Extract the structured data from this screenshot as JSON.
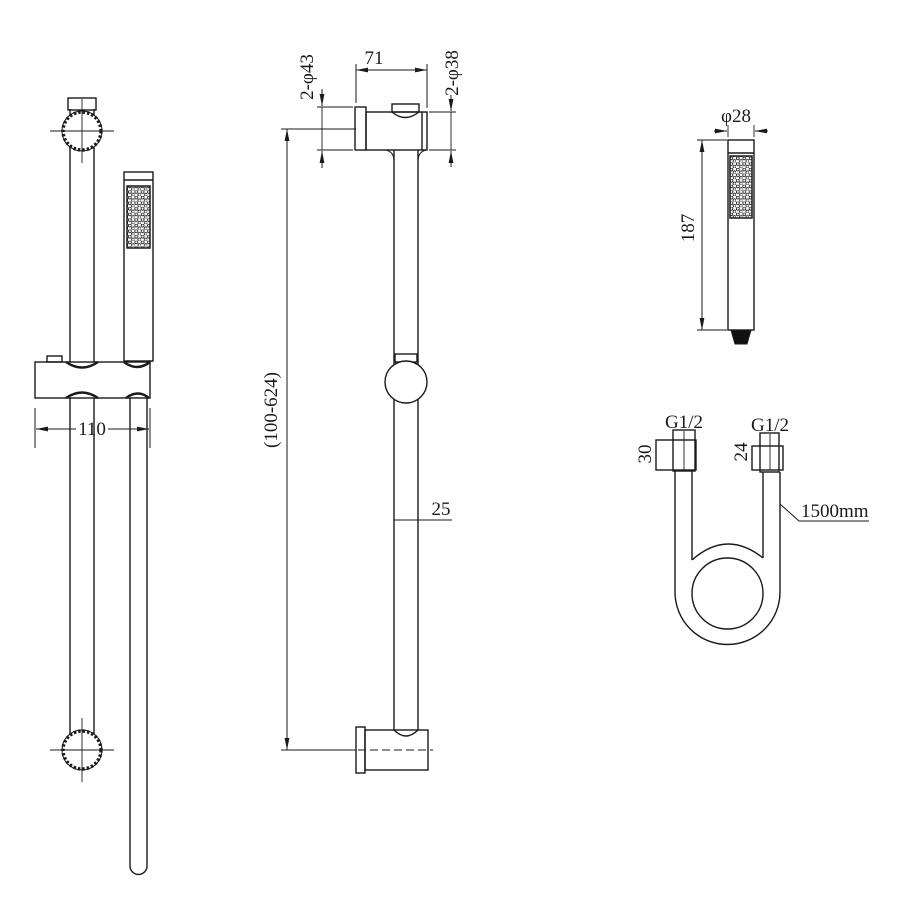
{
  "colors": {
    "background": "#ffffff",
    "line": "#1a1a1a"
  },
  "views": {
    "assembly_side": {
      "dim_bracket_width": "110"
    },
    "assembly_front": {
      "dim_bracket_length": "71",
      "dim_wall_flange": "2-φ43",
      "dim_bracket_body": "2-φ38",
      "dim_height_range": "(100-624)",
      "dim_rail_diameter": "25"
    },
    "handshower": {
      "dim_diameter": "φ28",
      "dim_length": "187"
    },
    "hose": {
      "dim_thread_left": "G1/2",
      "dim_thread_right": "G1/2",
      "dim_nut_left": "30",
      "dim_nut_right": "24",
      "dim_length": "1500mm"
    }
  }
}
